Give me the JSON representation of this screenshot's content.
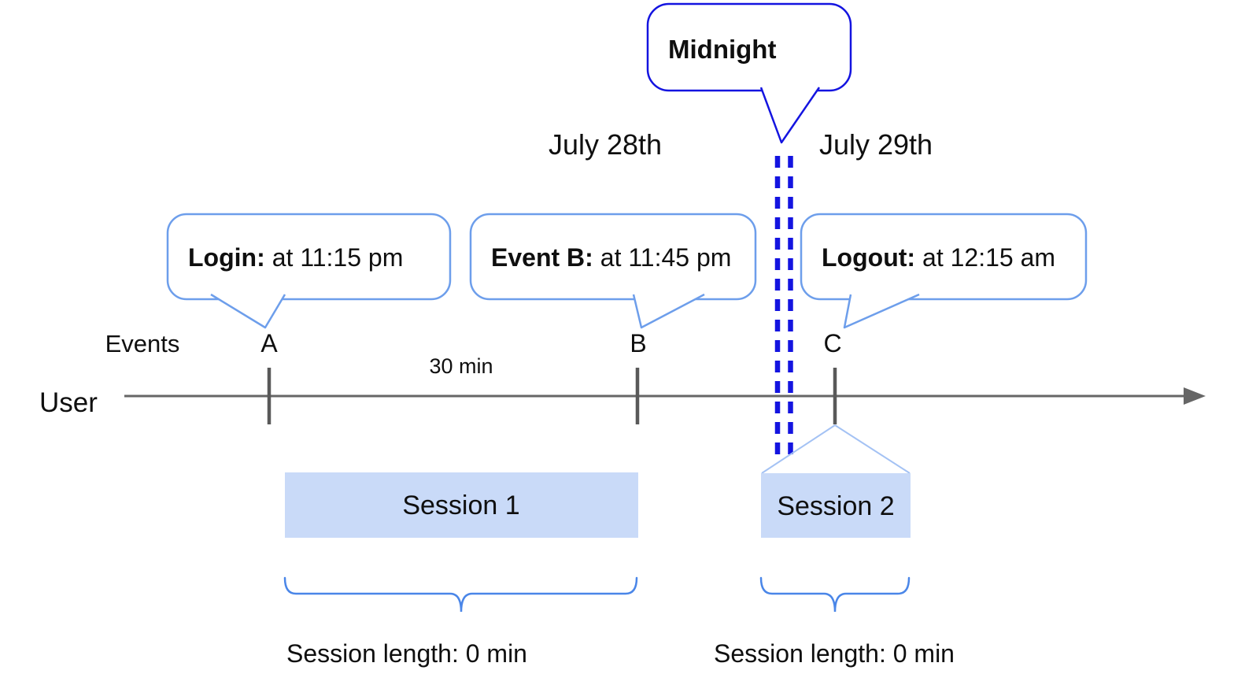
{
  "diagram": {
    "midnight_callout": {
      "label": "Midnight"
    },
    "dates": {
      "left": "July 28th",
      "right": "July 29th"
    },
    "axis": {
      "events_label": "Events",
      "user_label": "User",
      "interval_label": "30 min"
    },
    "markers": [
      {
        "letter": "A"
      },
      {
        "letter": "B"
      },
      {
        "letter": "C"
      }
    ],
    "callouts": [
      {
        "title": "Login:",
        "detail": "at 11:15 pm"
      },
      {
        "title": "Event B:",
        "detail": "at 11:45 pm"
      },
      {
        "title": "Logout:",
        "detail": "at 12:15 am"
      }
    ],
    "sessions": [
      {
        "label": "Session 1",
        "length_label": "Session length: 0 min"
      },
      {
        "label": "Session 2",
        "length_label": "Session length: 0 min"
      }
    ],
    "colors": {
      "midnight_blue": "#1414e0",
      "callout_border_blue": "#6d9eeb",
      "brace_blue": "#4a86e8",
      "connector_blue": "#a4c2f4",
      "session_fill": "#c9daf8",
      "timeline_gray": "#666666",
      "tick_gray": "#595959",
      "text_black": "#0f0f0f"
    }
  }
}
